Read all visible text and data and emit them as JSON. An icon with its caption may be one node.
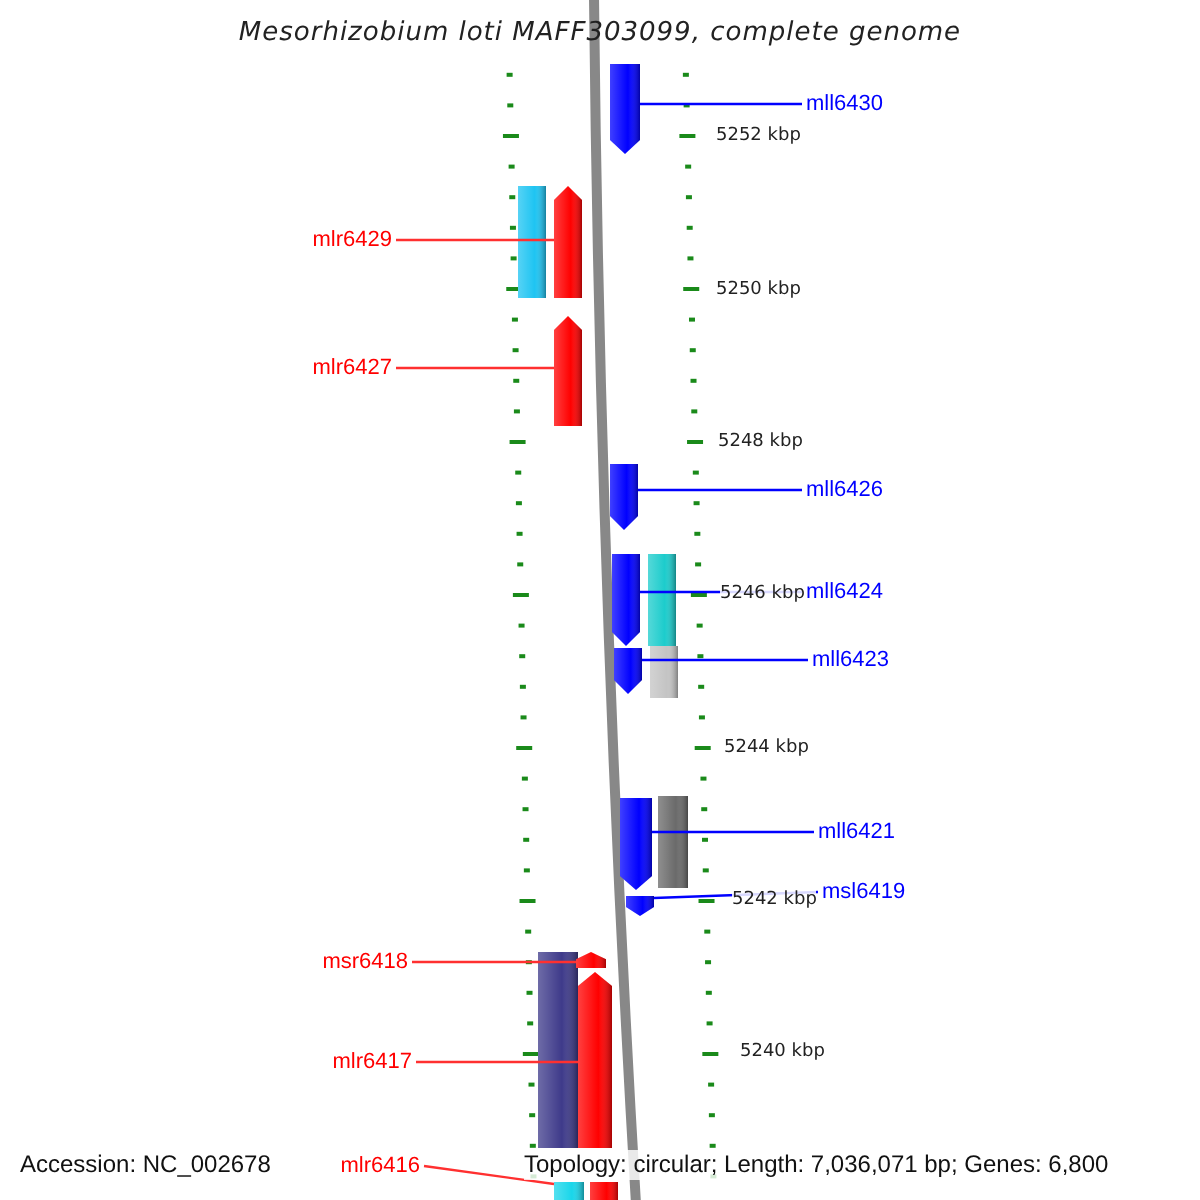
{
  "diagram": {
    "title": "Mesorhizobium loti MAFF303099, complete genome",
    "nodes": [
      {
        "text": [],
        "shape": "pentagon"
      },
      {
        "text": [
          "mll6430"
        ]
      },
      {
        "text": [],
        "shape": "bar"
      },
      {
        "text": [],
        "shape": "pentagon"
      },
      {
        "text": [
          "mlr6429"
        ]
      },
      {
        "text": [
          "mlr6427"
        ]
      },
      {
        "text": [],
        "shape": "pentagon"
      },
      {
        "text": [],
        "shape": "pentagon"
      },
      {
        "text": [
          "mll6426"
        ]
      },
      {
        "text": [],
        "shape": "pentagon"
      },
      {
        "text": [],
        "shape": "bar"
      },
      {
        "text": [
          "mll6424"
        ]
      },
      {
        "text": [],
        "shape": "pentagon"
      },
      {
        "text": [],
        "shape": "bar"
      },
      {
        "text": [
          "mll6423"
        ]
      },
      {
        "text": [],
        "shape": "pentagon"
      },
      {
        "text": [],
        "shape": "bar"
      },
      {
        "text": [
          "mll6421"
        ]
      },
      {
        "text": [],
        "shape": "pentagon"
      },
      {
        "text": [
          "msl6419"
        ]
      },
      {
        "text": [
          "msr6418"
        ]
      },
      {
        "text": [],
        "shape": "bar"
      },
      {
        "text": [],
        "shape": "pentagon"
      },
      {
        "text": [
          "mlr6417"
        ]
      },
      {
        "text": [],
        "shape": "pentagon"
      },
      {
        "text": [
          "mlr6416"
        ]
      },
      {
        "text": [],
        "shape": "bar"
      },
      {
        "text": [],
        "shape": "bar"
      }
    ],
    "edges": [
      {
        "from": 1,
        "to": 0,
        "arrow": "none"
      },
      {
        "from": 4,
        "to": 3,
        "arrow": "none",
        "color": "#ff3030"
      },
      {
        "from": 5,
        "to": 6,
        "arrow": "none",
        "color": "#ff3030"
      },
      {
        "from": 8,
        "to": 7,
        "arrow": "none"
      },
      {
        "from": 11,
        "to": 9,
        "arrow": "none"
      },
      {
        "from": 14,
        "to": 12,
        "arrow": "none"
      },
      {
        "from": 17,
        "to": 15,
        "arrow": "none"
      },
      {
        "from": 19,
        "to": 18,
        "arrow": "none"
      },
      {
        "from": 20,
        "to": 22,
        "arrow": "none",
        "color": "#ff3030"
      },
      {
        "from": 23,
        "to": 24,
        "arrow": "none",
        "color": "#ff3030"
      },
      {
        "from": 25,
        "to": 26,
        "arrow": "none",
        "color": "#ff3030"
      }
    ],
    "labels": [
      "5252 kbp",
      "5250 kbp",
      "5248 kbp",
      "5246 kbp",
      "5244 kbp",
      "5242 kbp",
      "5240 kbp",
      "Accession: NC_002678",
      "Topology: circular; Length: 7,036,071 bp; Genes: 6,800"
    ]
  }
}
